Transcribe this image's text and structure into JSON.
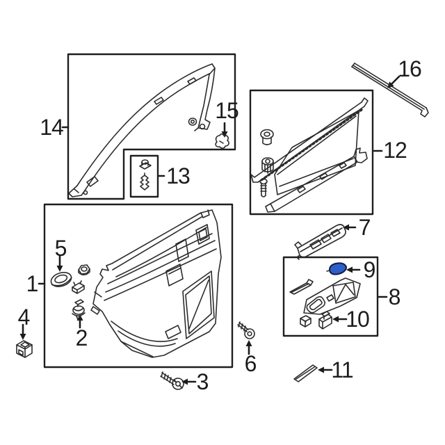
{
  "diagram": {
    "background": "#ffffff",
    "line_color": "#2b2b2b",
    "box_line_color": "#1e1e1e",
    "label_color": "#1c1c1c",
    "highlight": {
      "fill": "#2e5ec7",
      "stroke": "#131a42"
    },
    "callouts": {
      "c1": "1",
      "c2": "2",
      "c3": "3",
      "c4": "4",
      "c5": "5",
      "c6": "6",
      "c7": "7",
      "c8": "8",
      "c9": "9",
      "c10": "10",
      "c11": "11",
      "c12": "12",
      "c13": "13",
      "c14": "14",
      "c15": "15",
      "c16": "16"
    },
    "parts": [
      {
        "number": "1",
        "icon": "door-trim-panel-drawing"
      },
      {
        "number": "2",
        "icon": "push-pin-retainer-drawing"
      },
      {
        "number": "3",
        "icon": "screw-drawing"
      },
      {
        "number": "4",
        "icon": "cube-clip-drawing"
      },
      {
        "number": "5",
        "icon": "oval-grommet-drawing"
      },
      {
        "number": "6",
        "icon": "screw-drawing"
      },
      {
        "number": "7",
        "icon": "switch-housing-drawing"
      },
      {
        "number": "8",
        "icon": "switch-bezel-group-drawing"
      },
      {
        "number": "9",
        "icon": "blue-cap-drawing"
      },
      {
        "number": "10",
        "icon": "window-switch-drawing"
      },
      {
        "number": "11",
        "icon": "trim-strip-drawing"
      },
      {
        "number": "12",
        "icon": "shade-assembly-drawing"
      },
      {
        "number": "13",
        "icon": "retainer-clips-drawing"
      },
      {
        "number": "14",
        "icon": "window-frame-molding-drawing"
      },
      {
        "number": "15",
        "icon": "molding-clip-drawing"
      },
      {
        "number": "16",
        "icon": "belt-molding-strip-drawing"
      }
    ]
  }
}
